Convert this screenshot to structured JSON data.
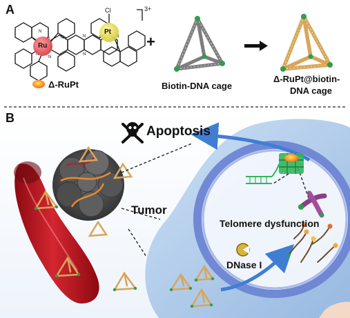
{
  "panel_a": {
    "letter": "A",
    "molecule": {
      "ru_label": "Ru",
      "pt_label": "Pt",
      "cl_label": "Cl",
      "charge": "3+",
      "legend_label": "Δ-RuPt"
    },
    "plus_sign": "+",
    "cage_label": "Biotin-DNA cage",
    "product_label_line1": "Δ-RuPt@biotin-",
    "product_label_line2": "DNA cage"
  },
  "panel_b": {
    "letter": "B",
    "apoptosis_label": "Apoptosis",
    "tumor_label": "Tumor",
    "telomere_label": "Telomere dysfunction",
    "dnase_label": "DNase I"
  },
  "colors": {
    "ru_ball": "#e8585f",
    "pt_ball": "#e5de5e",
    "cage_gold": "#d8a65a",
    "cage_gray": "#7d7d7d",
    "biotin_green": "#2e9e4d",
    "vessel_red": "#b8141d",
    "cell_blue": "#9fc1e4",
    "nucleus_blue": "#6e86d4",
    "arrow_blue": "#3f7ed3"
  }
}
